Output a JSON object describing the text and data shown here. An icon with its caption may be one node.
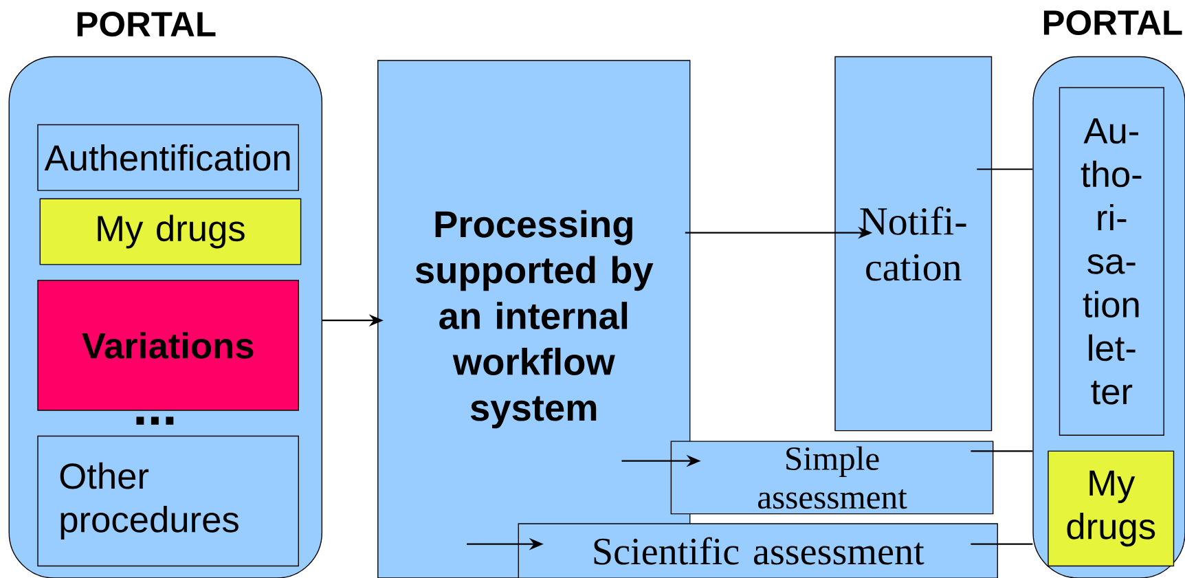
{
  "diagram": {
    "nodes": [
      {
        "text": [
          "PORTAL"
        ]
      },
      {
        "text": [
          "Authentification"
        ],
        "in": 0
      },
      {
        "text": [
          "My drugs"
        ],
        "in": 0
      },
      {
        "text": [
          "Variations"
        ],
        "in": 0
      },
      {
        "text": [
          "Other procedures"
        ],
        "in": 0
      },
      {
        "text": [
          "Processing supported by an internal workflow system"
        ]
      },
      {
        "text": [
          "Notifi- cation"
        ]
      },
      {
        "text": [
          "Simple assessment"
        ]
      },
      {
        "text": [
          "Scientific assessment"
        ]
      },
      {
        "text": [
          "PORTAL"
        ]
      },
      {
        "text": [
          "Au- tho- ri- sa- tion let- ter"
        ],
        "in": 9
      },
      {
        "text": [
          "My drugs"
        ],
        "in": 9
      }
    ],
    "edges": [
      {
        "from": 0,
        "to": 5,
        "arrow": "to"
      },
      {
        "from": 5,
        "to": 6,
        "arrow": "to"
      },
      {
        "from": 5,
        "to": 7,
        "arrow": "to"
      },
      {
        "from": 5,
        "to": 8,
        "arrow": "to"
      },
      {
        "from": 6,
        "to": 9,
        "arrow": "none"
      },
      {
        "from": 7,
        "to": 9,
        "arrow": "none"
      },
      {
        "from": 8,
        "to": 9,
        "arrow": "none"
      }
    ],
    "labels": [
      "..."
    ]
  }
}
